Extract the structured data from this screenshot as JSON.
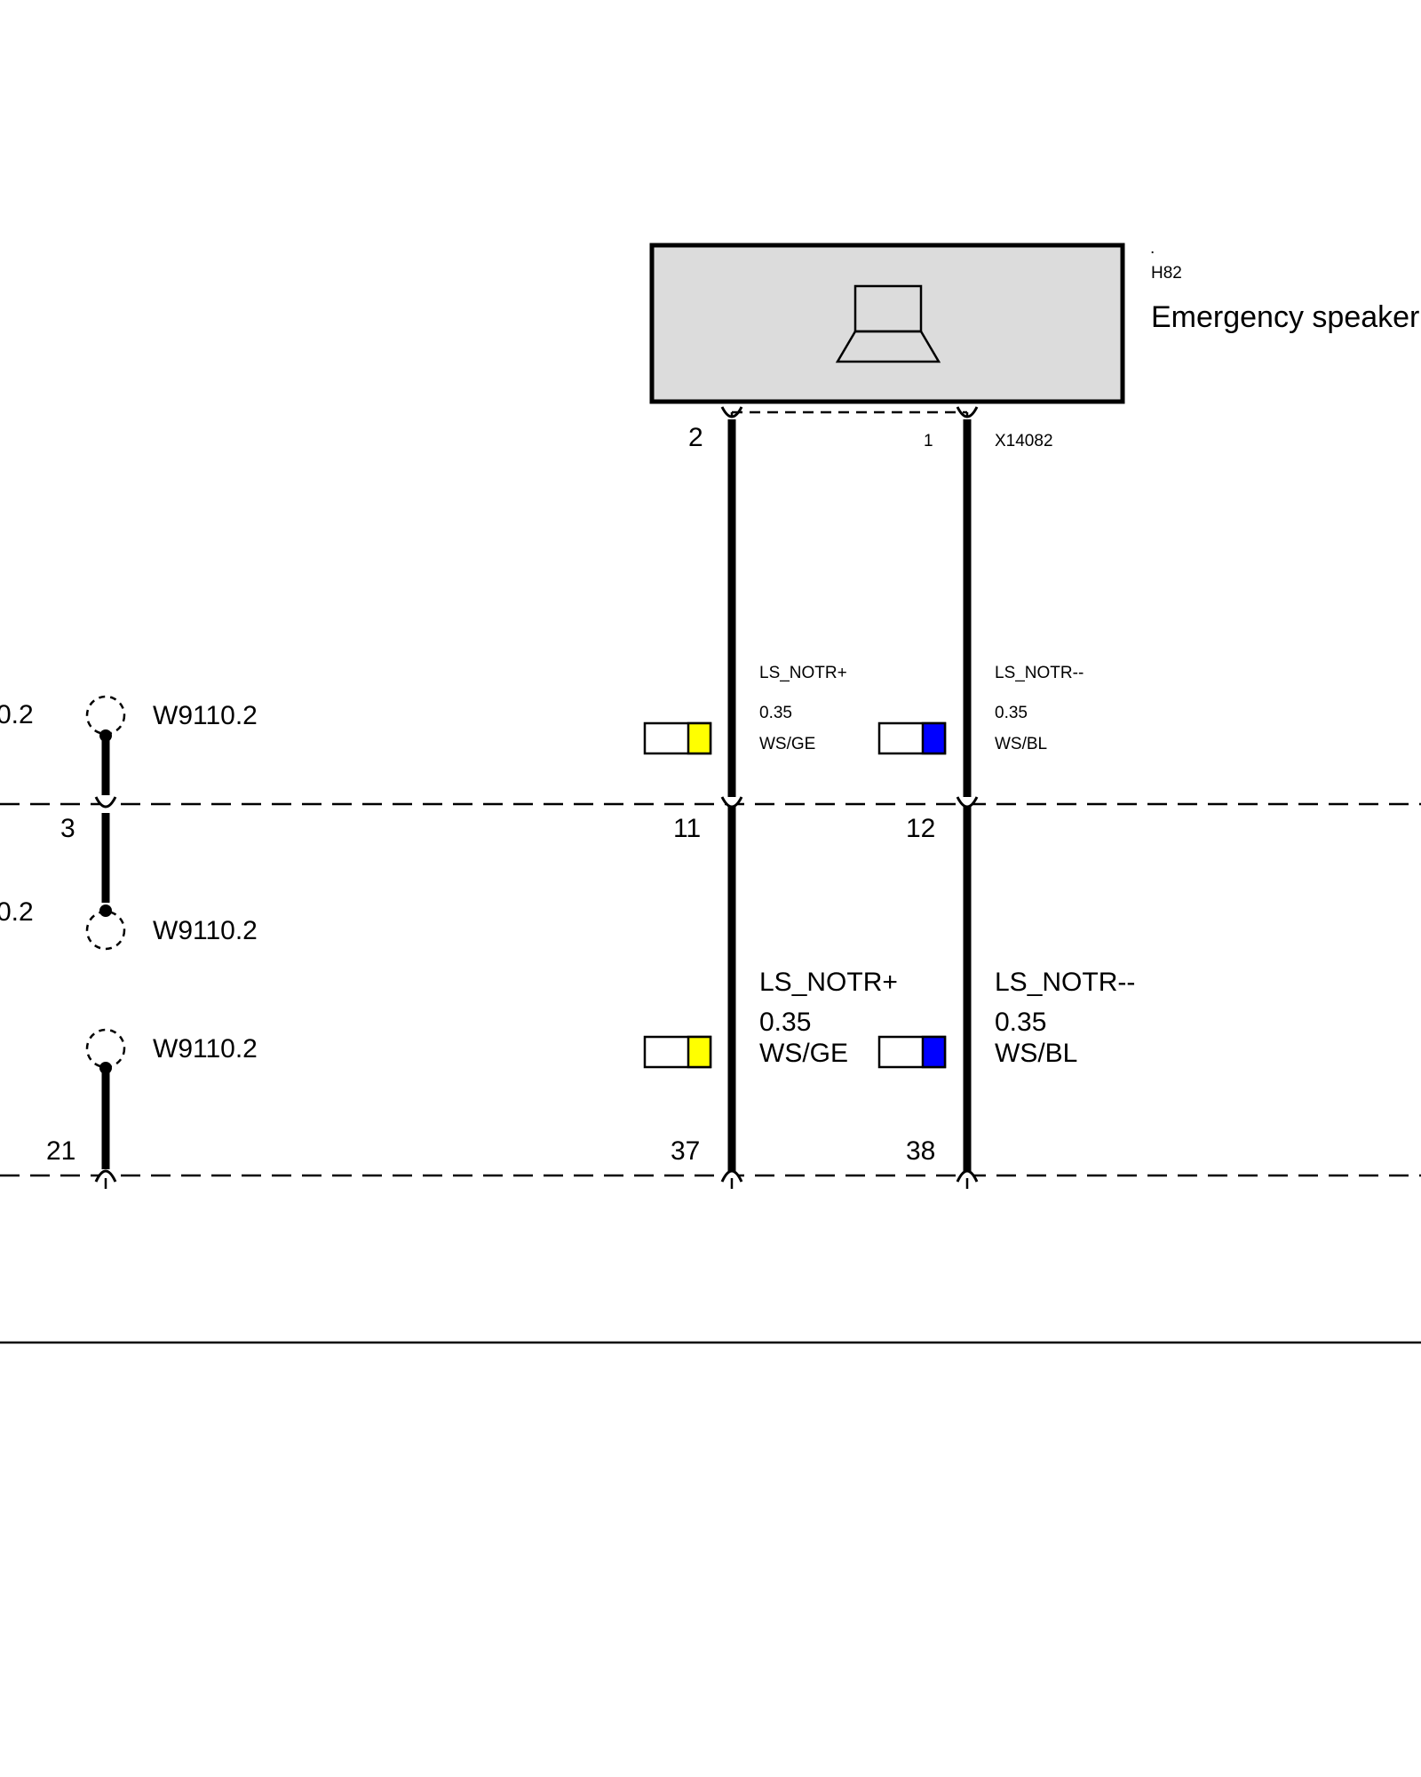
{
  "component": {
    "dot": ".",
    "id": "H82",
    "name": "Emergency speaker",
    "fill_color": "#dcdcdc",
    "icon": "speaker-icon"
  },
  "connector_top": {
    "id": "X14082",
    "pin_left": "2",
    "pin_right": "1"
  },
  "wires_upper": {
    "left": {
      "signal": "LS_NOTR+",
      "size": "0.35",
      "color_code": "WS/GE",
      "stripe_color": "#ffff00"
    },
    "right": {
      "signal": "LS_NOTR--",
      "size": "0.35",
      "color_code": "WS/BL",
      "stripe_color": "#0000ff"
    }
  },
  "connector_mid": {
    "pin_left_wire": "11",
    "pin_right_wire": "12",
    "pin_ground": "3"
  },
  "wires_lower": {
    "left": {
      "signal": "LS_NOTR+",
      "size": "0.35",
      "color_code": "WS/GE",
      "stripe_color": "#ffff00"
    },
    "right": {
      "signal": "LS_NOTR--",
      "size": "0.35",
      "color_code": "WS/BL",
      "stripe_color": "#0000ff"
    }
  },
  "connector_bottom": {
    "pin_left_wire": "37",
    "pin_right_wire": "38",
    "pin_ground": "21"
  },
  "ground_refs": {
    "ref_1": "W9110.2",
    "ref_2": "W9110.2",
    "ref_3": "W9110.2",
    "cut_1": "0.2",
    "cut_2": "0.2"
  }
}
